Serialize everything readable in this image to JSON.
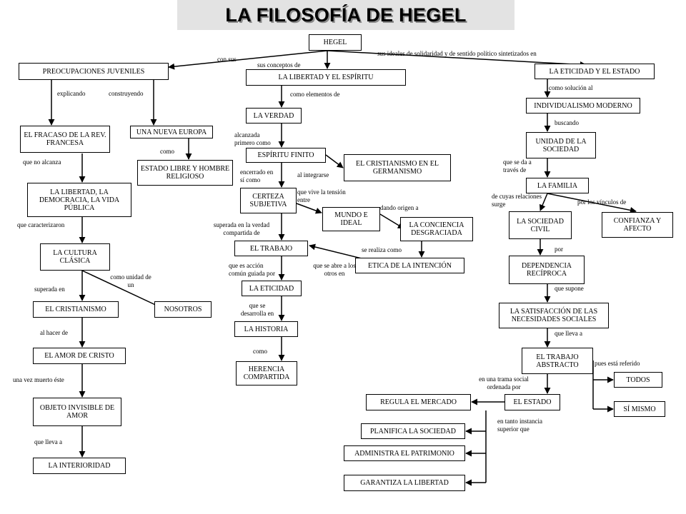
{
  "title": "LA FILOSOFÍA DE HEGEL",
  "nodes": {
    "hegel": "HEGEL",
    "preocupaciones": "PREOCUPACIONES JUVENILES",
    "libertad_espiritu": "LA LIBERTAD Y EL ESPÍRITU",
    "eticidad_estado": "LA ETICIDAD Y EL ESTADO",
    "fracaso": "EL FRACASO DE LA REV. FRANCESA",
    "nueva_europa": "UNA NUEVA EUROPA",
    "estado_libre": "ESTADO LIBRE Y HOMBRE RELIGIOSO",
    "libertad_democracia": "LA LIBERTAD, LA DEMOCRACIA, LA VIDA PÚBLICA",
    "cultura_clasica": "LA CULTURA CLÁSICA",
    "cristianismo": "EL CRISTIANISMO",
    "nosotros": "NOSOTROS",
    "amor_cristo": "EL AMOR DE CRISTO",
    "objeto_invisible": "OBJETO INVISIBLE DE AMOR",
    "interioridad": "LA INTERIORIDAD",
    "verdad": "LA VERDAD",
    "espiritu_finito": "ESPÍRITU FINITO",
    "cristianismo_germanismo": "EL CRISTIANISMO EN EL GERMANISMO",
    "certeza": "CERTEZA SUBJETIVA",
    "mundo_ideal": "MUNDO E IDEAL",
    "conciencia": "LA CONCIENCIA DESGRACIADA",
    "trabajo": "EL TRABAJO",
    "etica_intencion": "ETICA DE LA INTENCIÓN",
    "eticidad": "LA ETICIDAD",
    "historia": "LA HISTORIA",
    "herencia": "HERENCIA COMPARTIDA",
    "individualismo": "INDIVIDUALISMO MODERNO",
    "unidad": "UNIDAD DE LA SOCIEDAD",
    "familia": "LA FAMILIA",
    "sociedad_civil": "LA SOCIEDAD CIVIL",
    "confianza": "CONFIANZA Y AFECTO",
    "dependencia": "DEPENDENCIA RECÍPROCA",
    "satisfaccion": "LA SATISFACCIÓN DE LAS NECESIDADES SOCIALES",
    "trabajo_abstracto": "EL TRABAJO ABSTRACTO",
    "todos": "TODOS",
    "si_mismo": "SÍ MISMO",
    "estado": "EL ESTADO",
    "regula": "REGULA EL MERCADO",
    "planifica": "PLANIFICA LA SOCIEDAD",
    "administra": "ADMINISTRA EL PATRIMONIO",
    "garantiza": "GARANTIZA LA LIBERTAD"
  },
  "links": {
    "con_sus": "con sus",
    "sus_conceptos": "sus conceptos de",
    "sus_ideales": "sus ideales de solidaridad y de sentido político sintetizados en",
    "explicando": "explicando",
    "construyendo": "construyendo",
    "como1": "como",
    "que_no_alcanza": "que no alcanza",
    "que_caracterizaron": "que caracterizaron",
    "como_unidad": "como unidad de un",
    "superada_en": "superada en",
    "al_hacer_de": "al hacer de",
    "una_vez_muerto": "una vez muerto éste",
    "que_lleva_a1": "que lleva a",
    "como_elementos": "como elementos de",
    "alcanzada": "alcanzada primero como",
    "encerrado": "encerrado en sí como",
    "al_integrarse": "al integrarse",
    "que_vive": "que vive la tensión entre",
    "dando_origen": "dando origen a",
    "superada_verdad": "superada en la verdad compartida de",
    "se_realiza": "se realiza como",
    "que_es_accion": "que es acción común guiada por",
    "que_se_abre": "que se abre a los otros en",
    "que_se_desarrolla": "que se desarrolla en",
    "como2": "como",
    "como_solucion": "como solución al",
    "buscando": "buscando",
    "que_se_da": "que se da a través de",
    "de_cuyas": "de cuyas relaciones surge",
    "por_vinculos": "por los vínculos de",
    "por": "por",
    "que_supone": "que supone",
    "que_lleva_a2": "que lleva a",
    "pues_esta": "pues está referido",
    "trama_social": "en una trama social ordenada por",
    "instancia": "en tanto instancia superior que"
  }
}
